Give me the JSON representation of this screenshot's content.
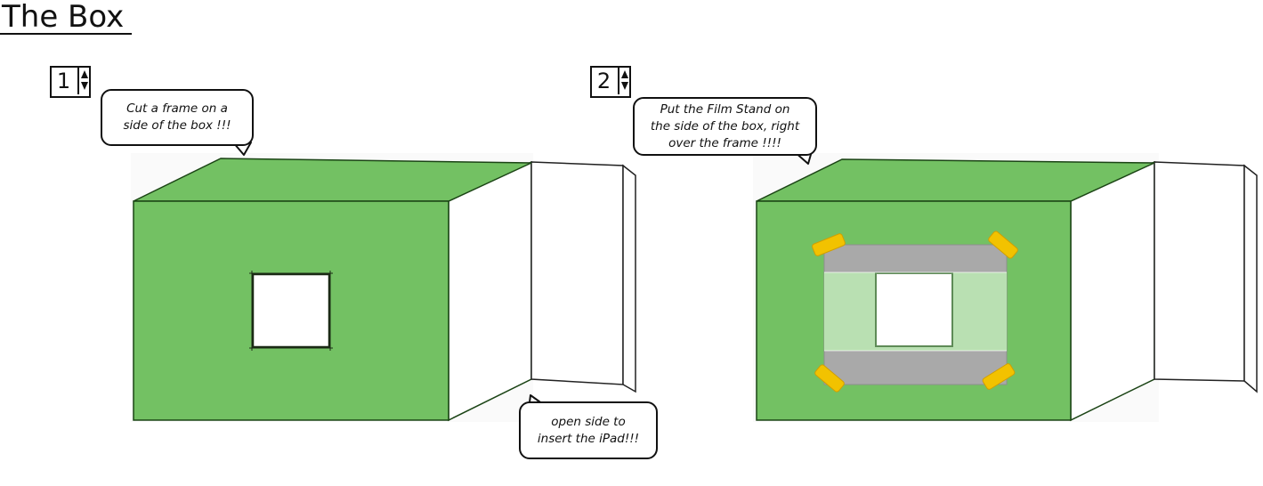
{
  "page": {
    "title": "The Box"
  },
  "steps": [
    {
      "number": "1",
      "callouts": [
        "Cut a frame on a\nside of the box !!!",
        "open side to\ninsert the iPad!!!"
      ]
    },
    {
      "number": "2",
      "callouts": [
        "Put the Film Stand on\nthe side of the box, right\nover the frame !!!!"
      ]
    }
  ],
  "colors": {
    "box_green": "#73c163",
    "box_outline": "#1b4415",
    "film_stand_gray": "#a9a9a9",
    "film_strip_green": "#b9e0b2",
    "tape_yellow": "#f2c200"
  }
}
